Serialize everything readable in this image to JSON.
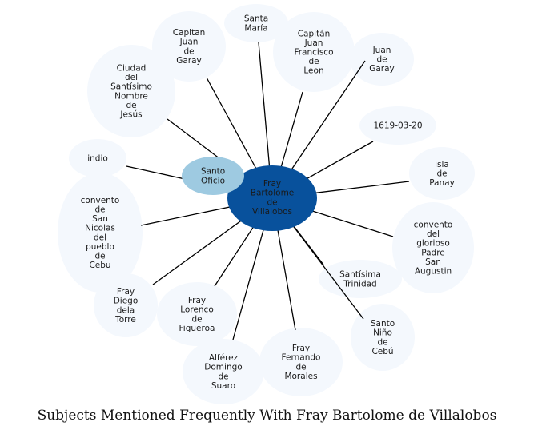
{
  "title": "Subjects Mentioned Frequently With Fray Bartolome de Villalobos",
  "colors": {
    "center_fill": "#08519c",
    "secondary_fill": "#9ecae1",
    "leaf_fill": "#f4f8fd",
    "edge": "#000000"
  },
  "center": {
    "label": "Fray Bartolome de Villalobos"
  },
  "secondary": {
    "label": "Santo Oficio"
  },
  "nodes": [
    {
      "label": "Santa María"
    },
    {
      "label": "Capitán Juan Francisco de Leon"
    },
    {
      "label": "Juan de Garay"
    },
    {
      "label": "1619-03-20"
    },
    {
      "label": "isla de Panay"
    },
    {
      "label": "convento del glorioso Padre San Augustin"
    },
    {
      "label": "Santísima Trinidad"
    },
    {
      "label": "Santo Niño de Cebú"
    },
    {
      "label": "Fray Fernando de Morales"
    },
    {
      "label": "Alférez Domingo de Suaro"
    },
    {
      "label": "Fray Lorenco de Figueroa"
    },
    {
      "label": "Fray Diego dela Torre"
    },
    {
      "label": "convento de San Nicolas del pueblo de Cebu"
    },
    {
      "label": "indio"
    },
    {
      "label": "Ciudad del Santísimo Nombre de Jesús"
    },
    {
      "label": "Capitan Juan de Garay"
    }
  ]
}
